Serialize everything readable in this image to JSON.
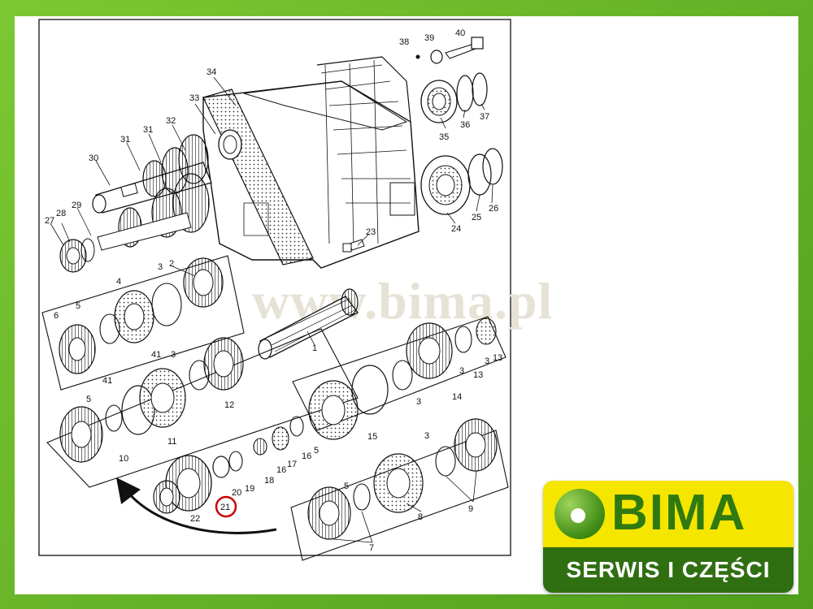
{
  "watermark": "www.bima.pl",
  "logo": {
    "brand": "BIMA",
    "tagline": "SERWIS I CZĘŚCI",
    "brand_color": "#2f7a10",
    "logo_yellow": "#f5e600"
  },
  "highlight_color": "#cc0000",
  "labels": {
    "l1": "1",
    "l2": "2",
    "l3a": "3",
    "l3b": "3",
    "l3c": "3",
    "l3d": "3",
    "l3e": "3",
    "l3f": "3",
    "l4": "4",
    "l5a": "5",
    "l5b": "5",
    "l5c": "5",
    "l5d": "5",
    "l6": "6",
    "l7": "7",
    "l8": "8",
    "l9": "9",
    "l10": "10",
    "l11": "11",
    "l12": "12",
    "l13a": "13",
    "l13b": "13",
    "l14": "14",
    "l15": "15",
    "l16a": "16",
    "l16b": "16",
    "l17": "17",
    "l18": "18",
    "l19": "19",
    "l20": "20",
    "l21": "21",
    "l22": "22",
    "l23": "23",
    "l24": "24",
    "l25": "25",
    "l26": "26",
    "l27": "27",
    "l28": "28",
    "l29": "29",
    "l30": "30",
    "l31": "31",
    "l32": "32",
    "l33": "33",
    "l34": "34",
    "l35": "35",
    "l36": "36",
    "l37": "37",
    "l38": "38",
    "l39": "39",
    "l40": "40",
    "l41a": "41",
    "l41b": "41"
  }
}
